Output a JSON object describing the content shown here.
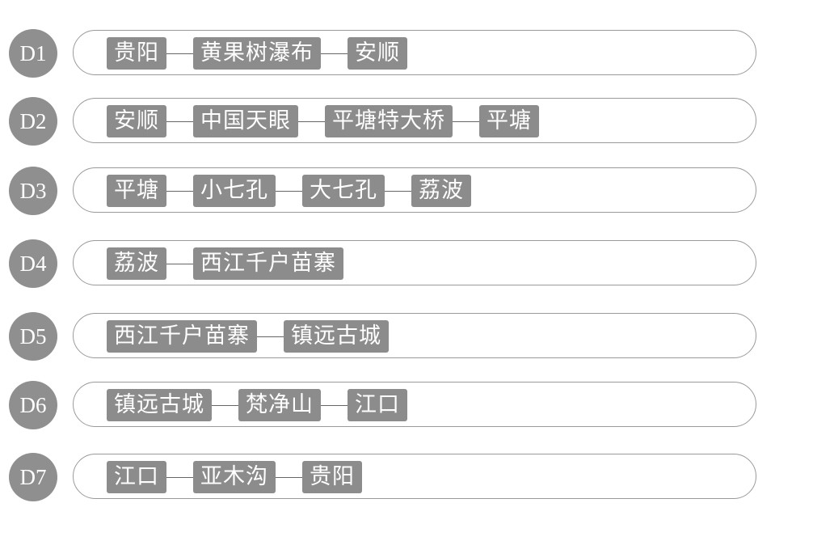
{
  "days": [
    {
      "label": "D1",
      "stops": [
        "贵阳",
        "黄果树瀑布",
        "安顺"
      ]
    },
    {
      "label": "D2",
      "stops": [
        "安顺",
        "中国天眼",
        "平塘特大桥",
        "平塘"
      ]
    },
    {
      "label": "D3",
      "stops": [
        "平塘",
        "小七孔",
        "大七孔",
        "荔波"
      ]
    },
    {
      "label": "D4",
      "stops": [
        "荔波",
        "西江千户苗寨"
      ]
    },
    {
      "label": "D5",
      "stops": [
        "西江千户苗寨",
        "镇远古城"
      ]
    },
    {
      "label": "D6",
      "stops": [
        "镇远古城",
        "梵净山",
        "江口"
      ]
    },
    {
      "label": "D7",
      "stops": [
        "江口",
        "亚木沟",
        "贵阳"
      ]
    }
  ],
  "colors": {
    "accent": "#8c8c8c",
    "outline": "#9a9a9a"
  }
}
